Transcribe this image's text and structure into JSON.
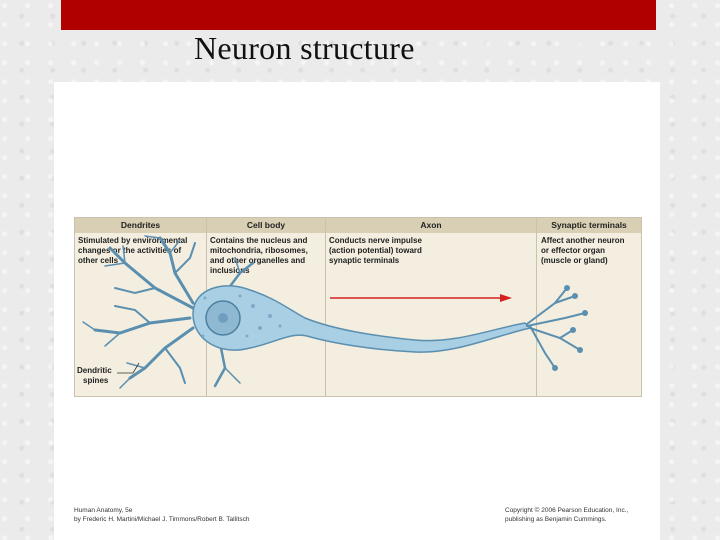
{
  "slide": {
    "title": "Neuron structure"
  },
  "figure": {
    "columns": [
      {
        "heading": "Dendrites",
        "lines": [
          "Stimulated by environmental",
          "changes or the activities of",
          "other cells"
        ]
      },
      {
        "heading": "Cell body",
        "lines": [
          "Contains the nucleus and",
          "mitochondria, ribosomes,",
          "and other organelles and",
          "inclusions"
        ]
      },
      {
        "heading": "Axon",
        "lines": [
          "Conducts nerve impulse",
          "(action potential) toward",
          "synaptic terminals"
        ]
      },
      {
        "heading": "Synaptic terminals",
        "lines": [
          "Affect another neuron",
          "or effector organ",
          "(muscle or gland)"
        ]
      }
    ],
    "spines_label": [
      "Dendritic",
      "spines"
    ],
    "credit_left": [
      "Human Anatomy, 5e",
      "by Frederic H. Martini/Michael J. Timmons/Robert B. Tallitsch"
    ],
    "credit_right": [
      "Copyright © 2006 Pearson Education, Inc.,",
      "publishing as Benjamin Cummings."
    ]
  },
  "colors": {
    "header_bar": "#b00000",
    "panel_bg": "#f3eedf",
    "column_head_bg": "#d8cfb5",
    "neuron_fill": "#a9cfe4",
    "neuron_stroke": "#5b8fb0",
    "arrow": "#d42020"
  }
}
